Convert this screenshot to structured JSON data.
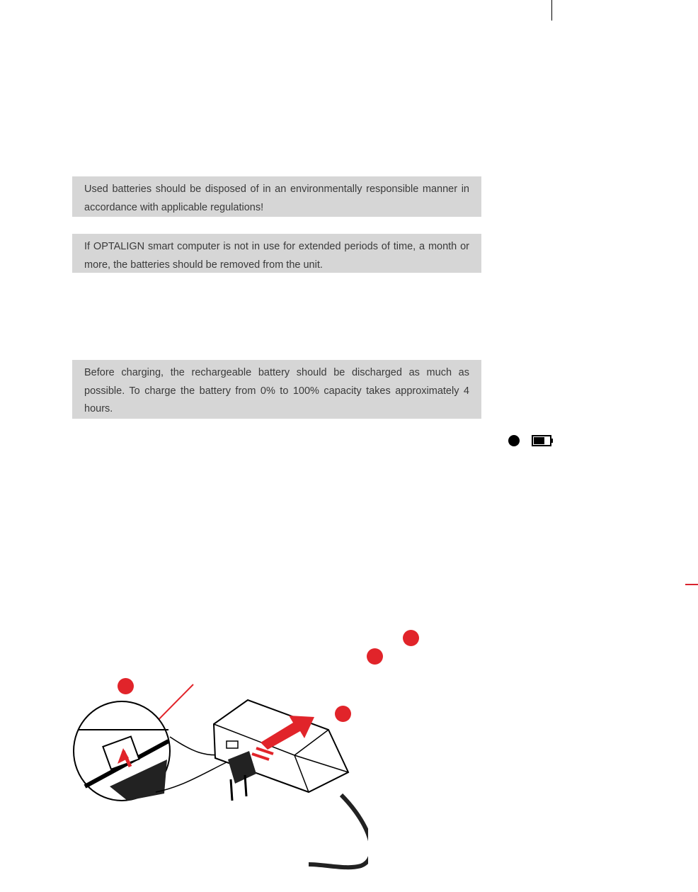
{
  "notes": [
    {
      "text": "Used batteries should be disposed of in an environmentally responsible manner in accordance with applicable regulations!"
    },
    {
      "text": "If OPTALIGN smart computer  is not in use for extended periods of time, a month or more, the batteries should be removed from the unit."
    },
    {
      "text": "Before charging, the rechargeable battery should be discharged as much as possible. To charge the battery from 0% to 100% capacity takes approximately 4 hours."
    }
  ],
  "icons": {
    "status_dot": "filled-circle",
    "battery": "battery-low-icon",
    "illustration": "charger-plug-insertion"
  },
  "colors": {
    "note_background": "#d6d6d6",
    "accent_red": "#e1242a",
    "text": "#3a3a3a"
  }
}
